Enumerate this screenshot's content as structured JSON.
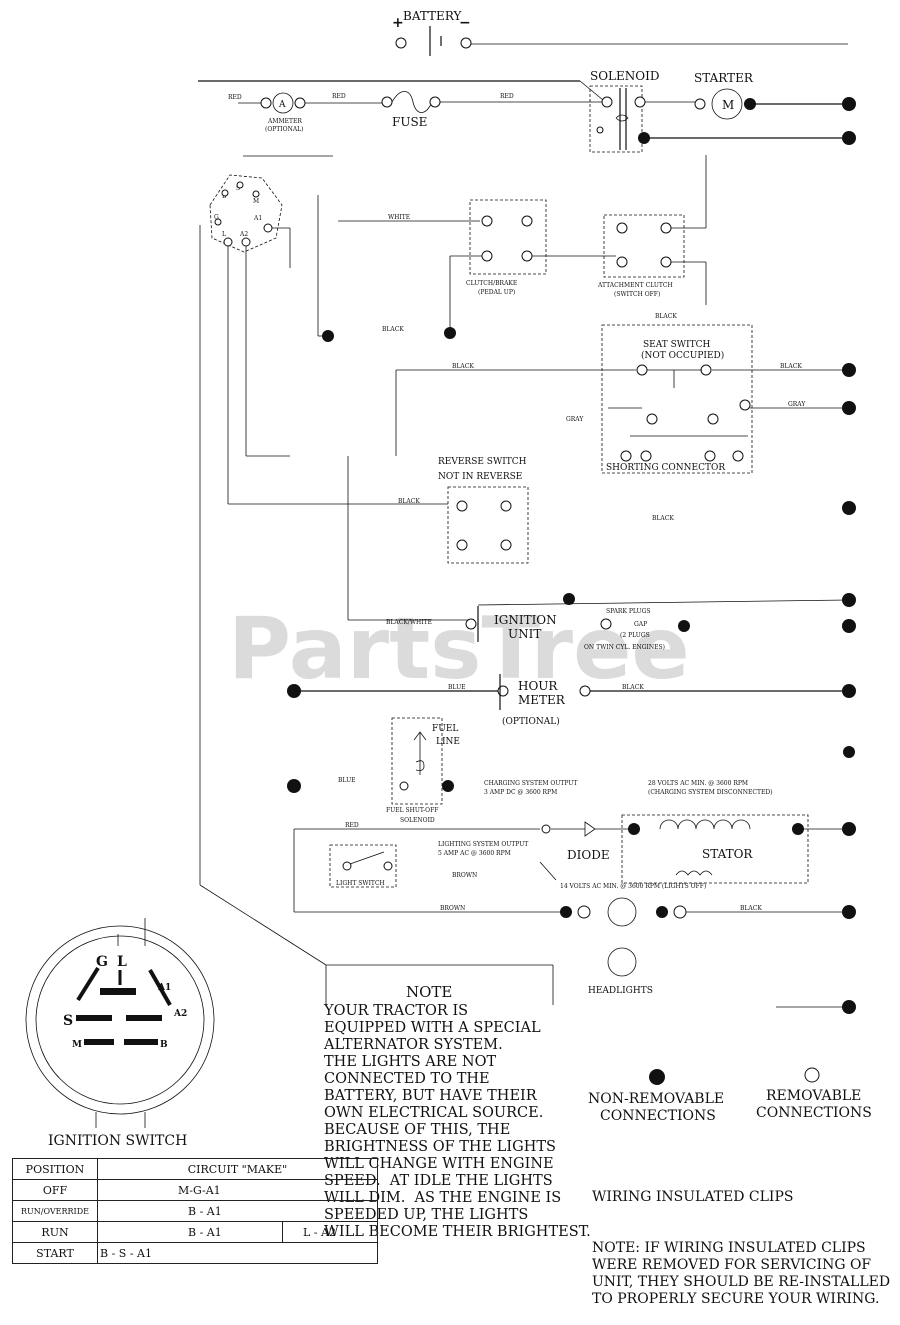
{
  "watermark": "PartsTree",
  "labels": {
    "battery": "BATTERY",
    "battery_plus": "+",
    "battery_minus": "−",
    "solenoid": "SOLENOID",
    "starter": "STARTER",
    "starter_motor": "M",
    "ammeter": "A",
    "ammeter_caption": "AMMETER",
    "ammeter_optional": "(OPTIONAL)",
    "fuse": "FUSE",
    "wire_red_1": "RED",
    "wire_red_2": "RED",
    "wire_red_3": "RED",
    "clutch_brake": "CLUTCH/BRAKE",
    "clutch_brake_sub": "(PEDAL UP)",
    "attachment_clutch": "ATTACHMENT CLUTCH",
    "attachment_clutch_sub": "(SWITCH OFF)",
    "black_1": "BLACK",
    "black_2": "BLACK",
    "black_3": "BLACK",
    "black_4": "BLACK",
    "black_5": "BLACK",
    "black_6": "BLACK",
    "black_7": "BLACK",
    "white": "WHITE",
    "seat_switch": "SEAT SWITCH",
    "seat_switch_sub": "(NOT OCCUPIED)",
    "gray_1": "GRAY",
    "gray_2": "GRAY",
    "shorting_connector": "SHORTING CONNECTOR",
    "reverse_switch": "REVERSE SWITCH",
    "reverse_switch_sub": "NOT IN REVERSE",
    "black_white": "BLACK/WHITE",
    "ignition_unit_1": "IGNITION",
    "ignition_unit_2": "UNIT",
    "spark_plugs_1": "SPARK PLUGS",
    "spark_plugs_2": "GAP",
    "spark_plugs_3": "(2 PLUGS",
    "spark_plugs_4": "ON TWIN CYL. ENGINES)",
    "blue_1": "BLUE",
    "blue_2": "BLUE",
    "hour_meter_1": "HOUR",
    "hour_meter_2": "METER",
    "hour_meter_opt": "(OPTIONAL)",
    "fuel_line_1": "FUEL",
    "fuel_line_2": "LINE",
    "fuel_shutoff_1": "FUEL SHUT-OFF",
    "fuel_shutoff_2": "SOLENOID",
    "charging_output_1": "CHARGING SYSTEM OUTPUT",
    "charging_output_2": "3 AMP DC @ 3600 RPM",
    "volts28_1": "28 VOLTS AC MIN. @ 3600 RPM",
    "volts28_2": "(CHARGING SYSTEM DISCONNECTED)",
    "lighting_output_1": "LIGHTING SYSTEM OUTPUT",
    "lighting_output_2": "5 AMP AC @ 3600 RPM",
    "diode": "DIODE",
    "stator": "STATOR",
    "volts14": "14 VOLTS AC MIN. @ 3600 RPM (LIGHTS OFF)",
    "light_switch": "LIGHT SWITCH",
    "brown_1": "BROWN",
    "brown_2": "BROWN",
    "headlights": "HEADLIGHTS",
    "non_removable_1": "NON-REMOVABLE",
    "non_removable_2": "CONNECTIONS",
    "removable_1": "REMOVABLE",
    "removable_2": "CONNECTIONS",
    "switch_letters": {
      "b": "B",
      "s": "S",
      "m": "M",
      "g": "G",
      "l": "L",
      "a1": "A1",
      "a2": "A2"
    }
  },
  "note": {
    "title": "NOTE",
    "body": "YOUR TRACTOR IS\nEQUIPPED WITH A SPECIAL\nALTERNATOR SYSTEM.\nTHE LIGHTS ARE NOT\nCONNECTED TO THE\nBATTERY, BUT HAVE THEIR\nOWN ELECTRICAL SOURCE.\nBECAUSE OF THIS, THE\nBRIGHTNESS OF THE LIGHTS\nWILL CHANGE WITH ENGINE\nSPEED.  AT IDLE THE LIGHTS\nWILL DIM.  AS THE ENGINE IS\nSPEEDED UP, THE LIGHTS\nWILL BECOME THEIR BRIGHTEST."
  },
  "wiring_clips": {
    "title": "WIRING INSULATED CLIPS",
    "body": "NOTE: IF WIRING INSULATED CLIPS\nWERE REMOVED FOR SERVICING OF\nUNIT, THEY SHOULD BE RE-INSTALLED\nTO PROPERLY SECURE YOUR WIRING."
  },
  "ignition_switch": {
    "title": "IGNITION SWITCH",
    "face_labels": {
      "g": "G",
      "l": "L",
      "a1": "A1",
      "a2": "A2",
      "s": "S",
      "m": "M",
      "b": "B"
    },
    "header": {
      "position": "POSITION",
      "circuit": "CIRCUIT   \"MAKE\""
    },
    "rows": [
      {
        "position": "OFF",
        "circuit": "M-G-A1",
        "extra": ""
      },
      {
        "position": "RUN/OVERRIDE",
        "circuit": "B - A1",
        "extra": ""
      },
      {
        "position": "RUN",
        "circuit": "B - A1",
        "extra": "L - A2"
      },
      {
        "position": "START",
        "circuit": "B - S - A1",
        "extra": ""
      }
    ]
  }
}
